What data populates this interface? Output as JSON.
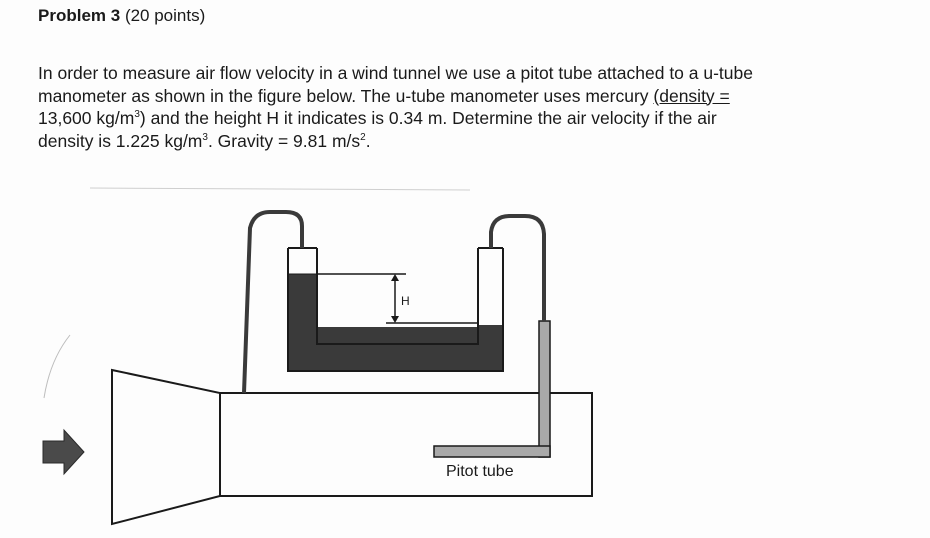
{
  "problem": {
    "number_label": "Problem 3",
    "points_label": "(20 points)",
    "line1": "In order to measure air flow velocity in a wind tunnel we use a pitot tube attached to a u-tube",
    "line2_pre": "manometer as shown in the figure below. The u-tube manometer uses mercury ",
    "line2_underlined": "(density =",
    "line3_pre": "13,600 kg/m",
    "line3_sup": "3",
    "line3_post": ") and the height H it indicates is 0.34 m. Determine the air velocity if the air",
    "line4_pre": "density is 1.225 kg/m",
    "line4_sup1": "3",
    "line4_mid": ". Gravity = 9.81 m/s",
    "line4_sup2": "2",
    "line4_post": "."
  },
  "figure": {
    "h_label": "H",
    "pitot_label": "Pitot tube",
    "colors": {
      "mercury": "#3a3a3a",
      "pitot": "#a9a9a9",
      "outline": "#1a1a1a",
      "arrow": "#4a4a4a"
    }
  }
}
